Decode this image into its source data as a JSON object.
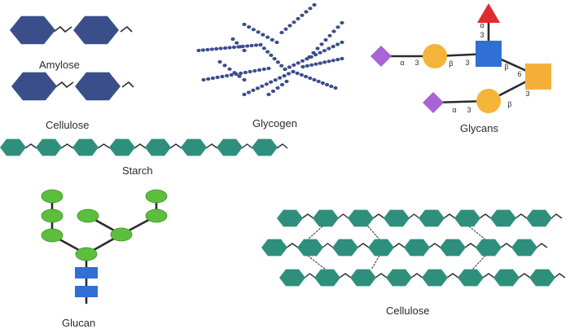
{
  "labels": {
    "amylose": "Amylose",
    "cellulose_small": "Cellulose",
    "glycogen": "Glycogen",
    "glycans": "Glycans",
    "starch": "Starch",
    "glucan": "Glucan",
    "cellulose_large": "Cellulose"
  },
  "glycan_linkages": {
    "alpha": "α",
    "beta": "β",
    "n3": "3",
    "n6": "6"
  },
  "colors": {
    "dark_hexagon": "#3a4f8a",
    "teal_hexagon": "#2f8f7d",
    "green_ellipse": "#5cbf3c",
    "blue_square": "#2f6fd6",
    "red_triangle": "#e02b2b",
    "yellow_circle": "#f4b43a",
    "orange_square": "#f6b03a",
    "purple_diamond": "#a864d6",
    "glycogen_dot": "#3b4e8c",
    "line": "#2b2b2b"
  }
}
